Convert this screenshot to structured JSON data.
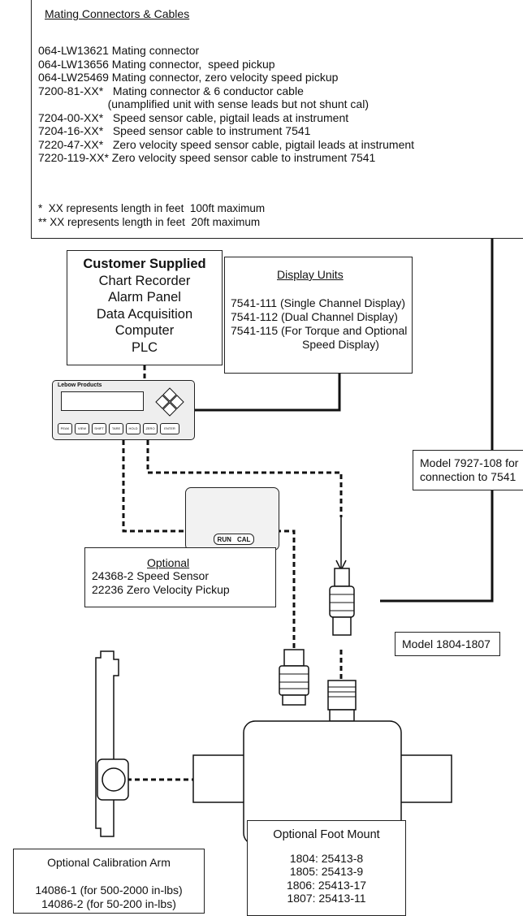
{
  "mating": {
    "title": "Mating Connectors & Cables",
    "lines": [
      "064-LW13621 Mating connector",
      "064-LW13656 Mating connector,  speed pickup",
      "064-LW25469 Mating connector, zero velocity speed pickup",
      "7200-81-XX*   Mating connector & 6 conductor cable",
      "                      (unamplified unit with sense leads but not shunt cal)",
      "7204-00-XX*   Speed sensor cable, pigtail leads at instrument",
      "7204-16-XX*   Speed sensor cable to instrument 7541",
      "7220-47-XX*   Zero velocity speed sensor cable, pigtail leads at instrument",
      "7220-119-XX* Zero velocity speed sensor cable to instrument 7541"
    ],
    "notes": [
      "*  XX represents length in feet  100ft maximum",
      "** XX represents length in feet  20ft maximum"
    ]
  },
  "customer": {
    "title": "Customer Supplied",
    "items": [
      "Chart Recorder",
      "Alarm Panel",
      "Data Acquisition",
      "Computer",
      "PLC"
    ]
  },
  "display": {
    "title": "Display Units",
    "lines": [
      "7541-111 (Single Channel Display)",
      "7541-112 (Dual Channel Display)",
      "7541-115 (For Torque and Optional",
      "Speed Display)"
    ]
  },
  "instrument": {
    "brand": "Lebow Products",
    "buttons": [
      "PEAK",
      "VIEW",
      "SHIFT",
      "TARE",
      "HOLD",
      "ZERO",
      "ENTER"
    ]
  },
  "run_cal": {
    "run": "RUN",
    "cal": "CAL"
  },
  "model_7927": {
    "lines": [
      "Model 7927-108 for",
      "connection to 7541"
    ]
  },
  "optional_sensor": {
    "title": "Optional",
    "lines": [
      "24368-2 Speed Sensor",
      "22236 Zero Velocity Pickup"
    ]
  },
  "model_1804": {
    "label": "Model 1804-1807"
  },
  "calibration_arm": {
    "title": "Optional Calibration Arm",
    "lines": [
      "14086-1 (for 500-2000 in-lbs)",
      "14086-2 (for 50-200 in-lbs)"
    ]
  },
  "foot_mount": {
    "title": "Optional Foot Mount",
    "lines": [
      "1804: 25413-8",
      "1805: 25413-9",
      "1806: 25413-17",
      "1807: 25413-11"
    ]
  }
}
